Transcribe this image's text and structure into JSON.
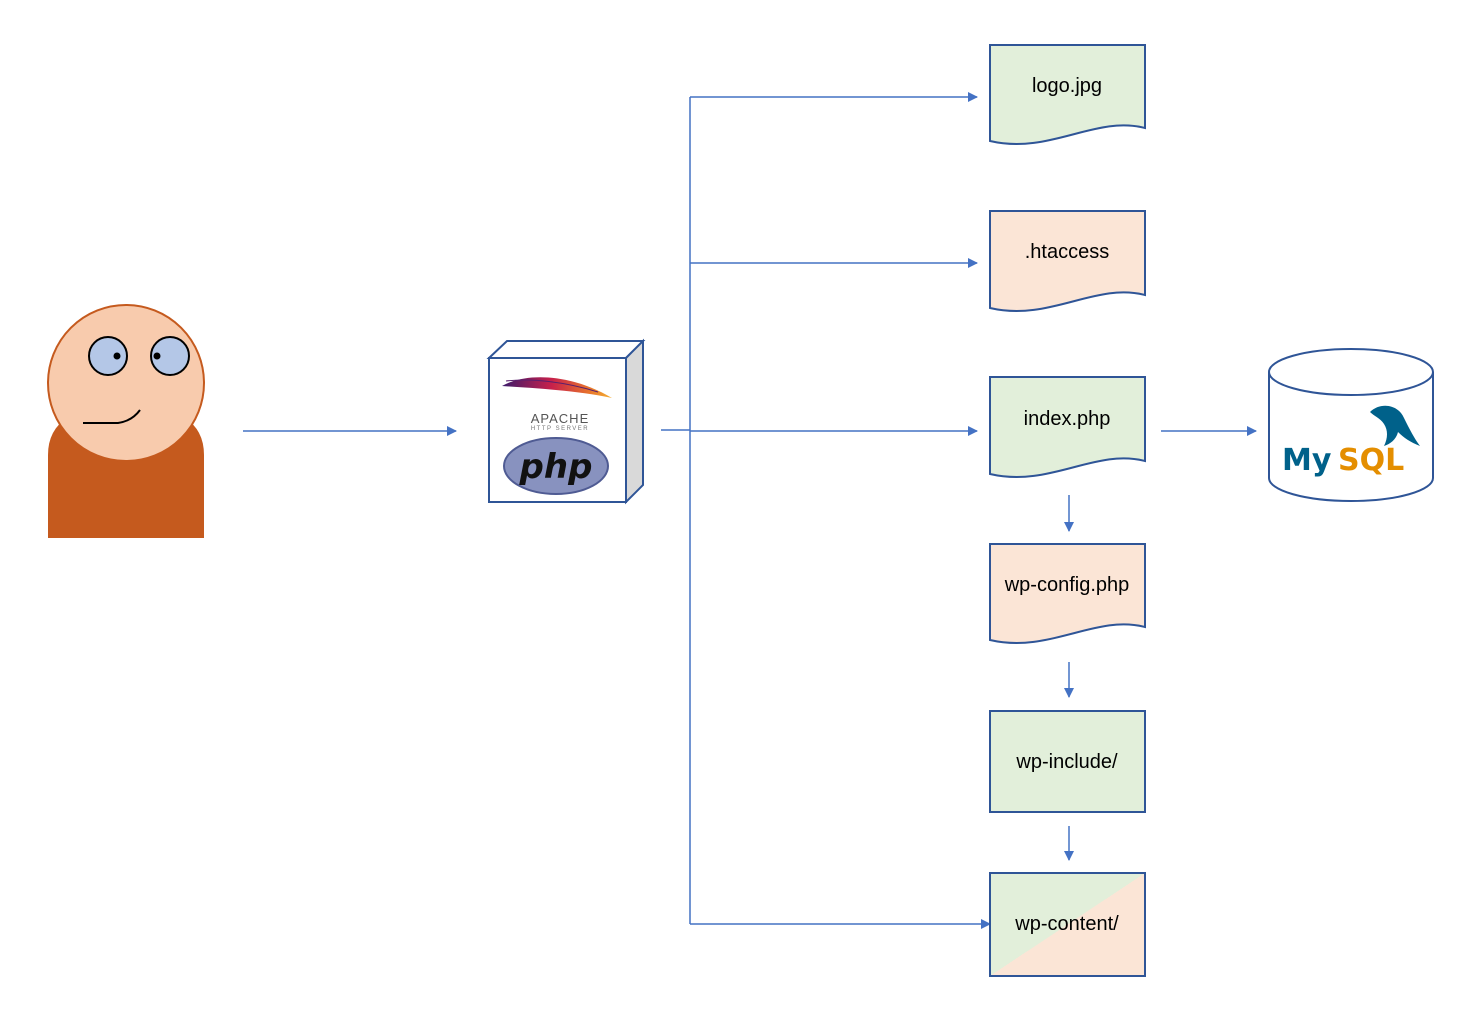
{
  "nodes": {
    "logo": "logo.jpg",
    "htaccess": ".htaccess",
    "index": "index.php",
    "wp_config": "wp-config.php",
    "wp_include": "wp-include/",
    "wp_content": "wp-content/"
  },
  "logos": {
    "apache_title": "APACHE",
    "apache_subtitle": "HTTP SERVER",
    "php": "php",
    "mysql_my": "My",
    "mysql_sql": "SQL"
  },
  "colors": {
    "green_fill": "#e2efda",
    "peach_fill": "#fbe5d6",
    "stroke": "#2f5597",
    "arrow": "#4472c4",
    "user_body": "#c55a1e",
    "user_face": "#f8cbad",
    "user_eye": "#b4c7e7"
  }
}
